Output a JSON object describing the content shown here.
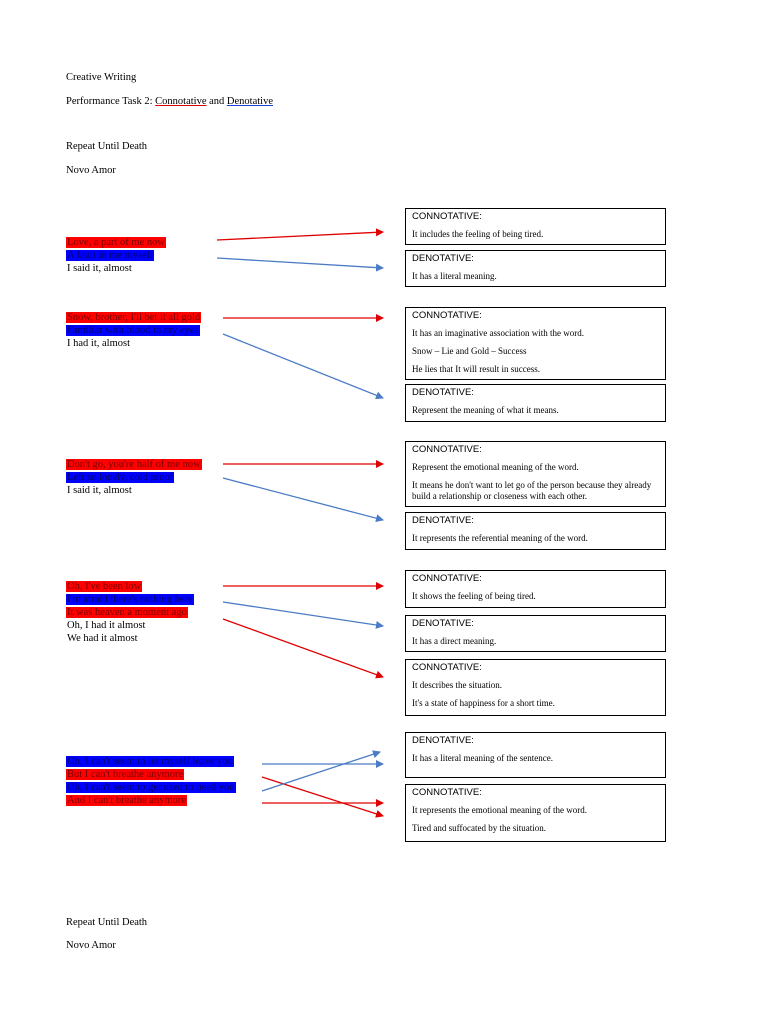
{
  "header": {
    "course": "Creative Writing",
    "task_prefix": "Performance Task 2: ",
    "task_connotative": "Connotative",
    "task_and": " and ",
    "task_denotative": "Denotative"
  },
  "song": {
    "title": "Repeat Until Death",
    "artist": "Novo Amor"
  },
  "footer": {
    "title": "Repeat Until Death",
    "artist": "Novo Amor"
  },
  "colors": {
    "connotative": "#ff0000",
    "denotative": "#0000ff",
    "arrow_red": "#e00000",
    "arrow_blue": "#4a7bc4"
  },
  "stanzas": [
    {
      "lines": [
        {
          "text": "Love, a part of me now",
          "hl": "red"
        },
        {
          "text": "A fault in me myself",
          "hl": "blue"
        },
        {
          "text": "I said it, almost",
          "hl": "plain"
        }
      ]
    },
    {
      "lines": [
        {
          "text": "Snow, brother, I'll bet it all gold",
          "hl": "red"
        },
        {
          "text": "Familiar with blood in my eyes",
          "hl": "blue"
        },
        {
          "text": "I had it, almost",
          "hl": "plain"
        }
      ]
    },
    {
      "lines": [
        {
          "text": "Don't go, you're half of me now",
          "hl": "red"
        },
        {
          "text": "Left so lonely, cold proof",
          "hl": "blue"
        },
        {
          "text": "I said it, almost",
          "hl": "plain"
        }
      ]
    },
    {
      "lines": [
        {
          "text": "Oh, I've been low",
          "hl": "red"
        },
        {
          "text": "I'm afraid there's nothing here",
          "hl": "blue"
        },
        {
          "text": "It was heaven a moment ago",
          "hl": "red"
        },
        {
          "text": "Oh, I had it almost",
          "hl": "plain"
        },
        {
          "text": "We had it almost",
          "hl": "plain"
        }
      ]
    },
    {
      "lines": [
        {
          "text": "Oh, I can't seem to let myself leave you",
          "hl": "blue"
        },
        {
          "text": "But I can't breathe anymore",
          "hl": "red"
        },
        {
          "text": "Oh, I can't seem to get used to need you",
          "hl": "blue"
        },
        {
          "text": "And I can't breathe anymore",
          "hl": "red"
        }
      ]
    }
  ],
  "boxes": [
    {
      "heading": "CONNOTATIVE:",
      "lines": [
        "It includes the feeling of being tired."
      ]
    },
    {
      "heading": "DENOTATIVE:",
      "lines": [
        "It has a literal meaning."
      ]
    },
    {
      "heading": "CONNOTATIVE:",
      "lines": [
        "It has an imaginative association with the word.",
        "Snow – Lie and Gold – Success",
        "He lies that It will result in success."
      ]
    },
    {
      "heading": "DENOTATIVE:",
      "lines": [
        "Represent the meaning of what it means."
      ]
    },
    {
      "heading": "CONNOTATIVE:",
      "lines": [
        "Represent the emotional meaning of the word.",
        "It means he don't want to let go of the person because they already build a relationship or closeness with each other."
      ]
    },
    {
      "heading": "DENOTATIVE:",
      "lines": [
        "It represents the referential meaning of the word."
      ]
    },
    {
      "heading": "CONNOTATIVE:",
      "lines": [
        "It shows the feeling of being tired."
      ]
    },
    {
      "heading": "DENOTATIVE:",
      "lines": [
        "It has a direct meaning."
      ]
    },
    {
      "heading": "CONNOTATIVE:",
      "lines": [
        "It describes the situation.",
        "It's a state of happiness for a short time."
      ]
    },
    {
      "heading": "DENOTATIVE:",
      "lines": [
        "It has a literal meaning of the sentence."
      ]
    },
    {
      "heading": "CONNOTATIVE:",
      "lines": [
        "It represents the emotional meaning of the word.",
        "Tired and suffocated by the situation."
      ]
    }
  ]
}
